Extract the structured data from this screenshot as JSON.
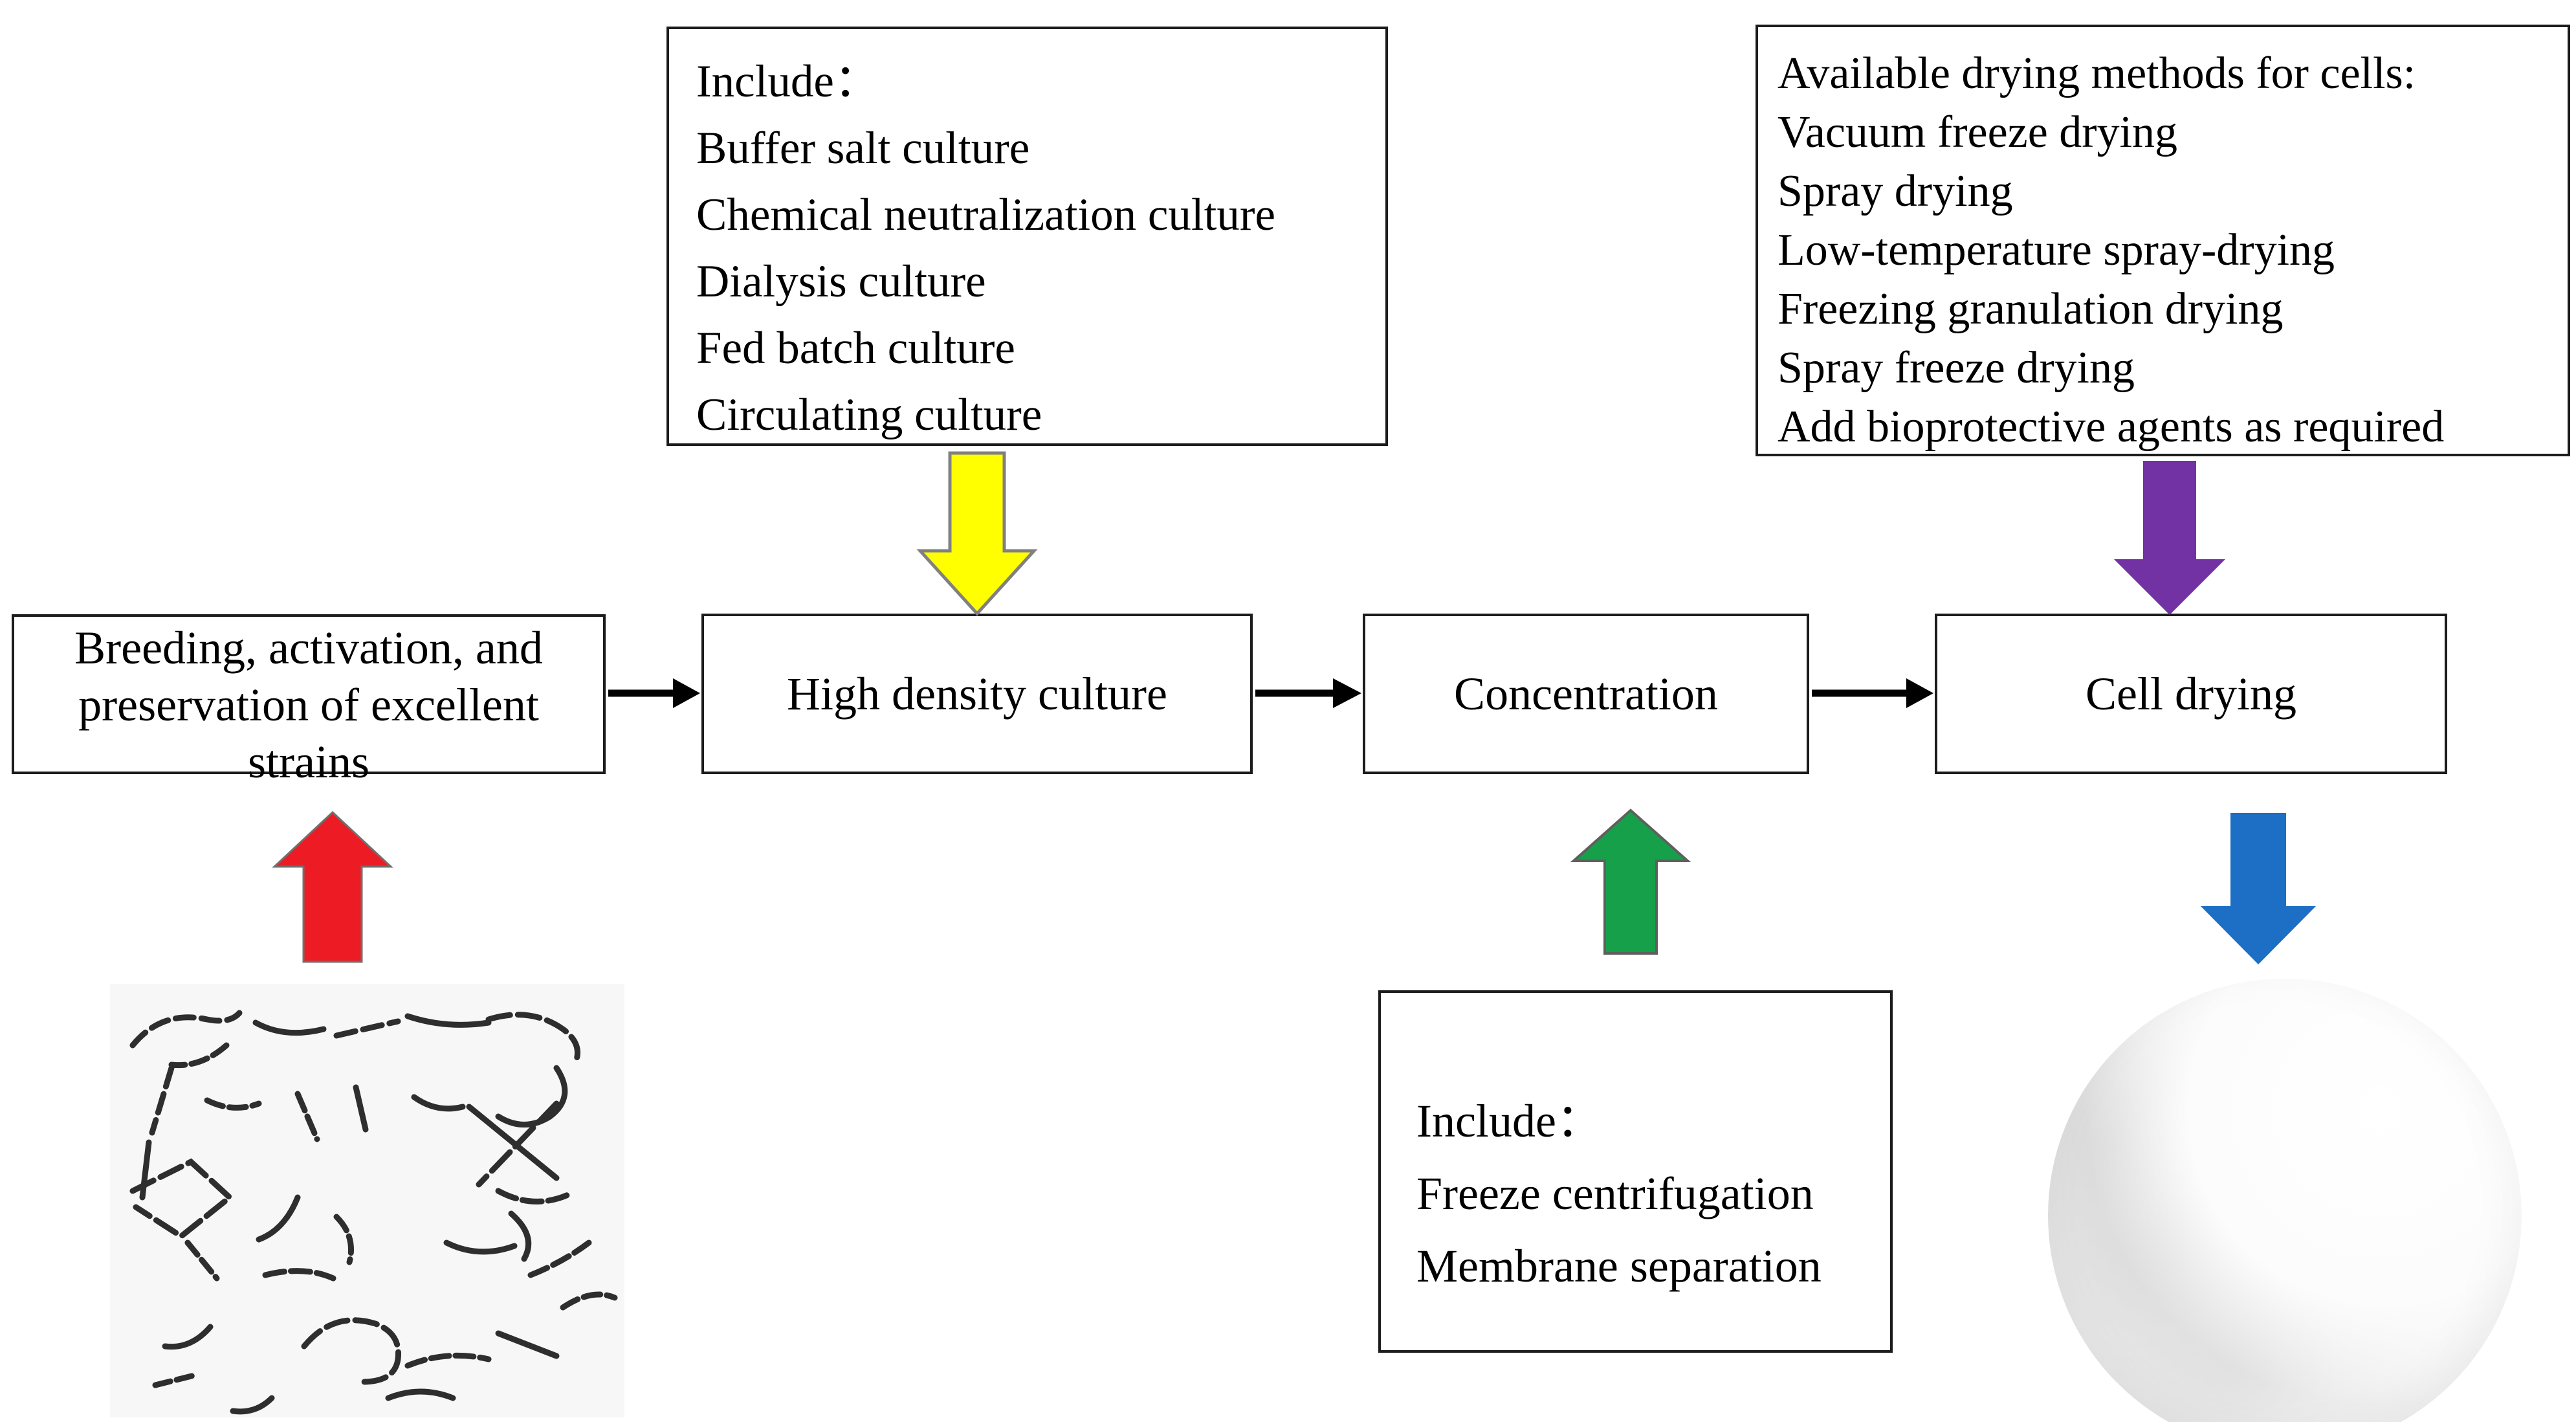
{
  "flow": {
    "boxes": [
      {
        "id": "breeding",
        "lines": [
          "Breeding, activation, and",
          "preservation of excellent",
          "strains"
        ]
      },
      {
        "id": "high-density-culture",
        "label": "High density culture"
      },
      {
        "id": "concentration",
        "label": "Concentration"
      },
      {
        "id": "cell-drying",
        "label": "Cell drying"
      }
    ]
  },
  "annotations": {
    "culture_methods": {
      "lines": [
        "Include：",
        "Buffer salt culture",
        "Chemical neutralization culture",
        "Dialysis culture",
        "Fed batch culture",
        "Circulating culture"
      ]
    },
    "drying_methods": {
      "lines": [
        "Available drying methods for cells:",
        "Vacuum freeze drying",
        "Spray drying",
        "Low-temperature spray-drying",
        "Freezing granulation drying",
        "Spray freeze drying",
        "Add bioprotective agents as required"
      ]
    },
    "concentration_methods": {
      "lines": [
        "Include：",
        "Freeze centrifugation",
        "Membrane separation"
      ]
    }
  },
  "colors": {
    "background": "#ffffff",
    "box_border": "#1c1c1c",
    "text": "#000000",
    "connector": "#000000",
    "red_arrow": "#ED1C24",
    "red_arrow_outline": "#707070",
    "yellow_arrow": "#FFFF00",
    "yellow_arrow_outline": "#808080",
    "green_arrow": "#16A04A",
    "green_arrow_outline": "#5f5f5f",
    "purple_arrow": "#7232A3",
    "blue_arrow": "#1C6FC4"
  }
}
